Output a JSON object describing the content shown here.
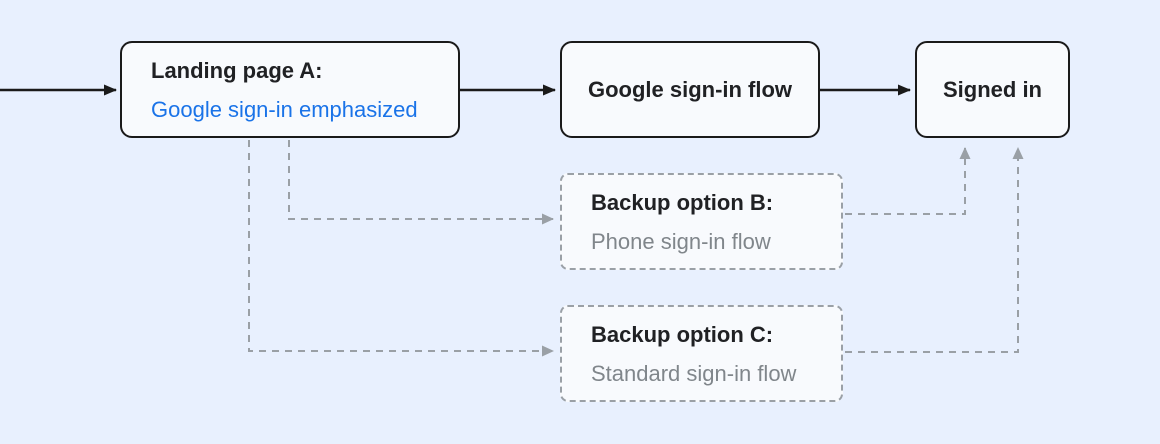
{
  "diagram": {
    "type": "flowchart",
    "nodes": {
      "landing_a": {
        "title": "Landing page A:",
        "subtitle": "Google sign-in emphasized"
      },
      "google_flow": {
        "label": "Google sign-in flow"
      },
      "signed_in": {
        "label": "Signed in"
      },
      "backup_b": {
        "title": "Backup option B:",
        "subtitle": "Phone sign-in flow"
      },
      "backup_c": {
        "title": "Backup option C:",
        "subtitle": "Standard sign-in flow"
      }
    },
    "connectors": [
      {
        "from": "start-edge",
        "to": "landing_a",
        "style": "solid"
      },
      {
        "from": "landing_a",
        "to": "google_flow",
        "style": "solid"
      },
      {
        "from": "google_flow",
        "to": "signed_in",
        "style": "solid"
      },
      {
        "from": "landing_a",
        "to": "backup_b",
        "style": "dashed"
      },
      {
        "from": "landing_a",
        "to": "backup_c",
        "style": "dashed"
      },
      {
        "from": "backup_b",
        "to": "signed_in",
        "style": "dashed"
      },
      {
        "from": "backup_c",
        "to": "signed_in",
        "style": "dashed"
      }
    ],
    "colors": {
      "background": "#e8f0fe",
      "node_fill": "#f8fafd",
      "solid_border": "#1a1a1a",
      "accent_blue": "#1a73e8",
      "muted_text": "#80868b",
      "dashed_gray": "#9aa0a6"
    }
  }
}
